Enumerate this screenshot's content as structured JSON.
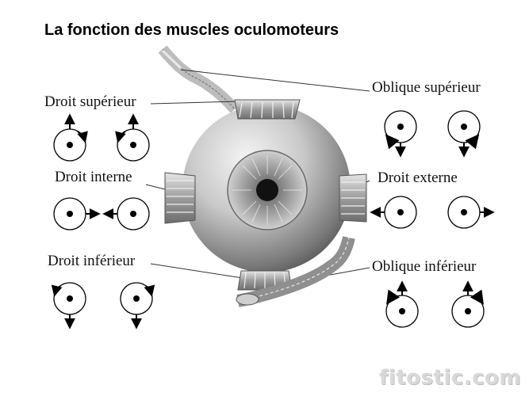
{
  "title": "La fonction des muscles oculomoteurs",
  "labels": {
    "droit_superieur": "Droit supérieur",
    "droit_interne": "Droit interne",
    "droit_inferieur": "Droit inférieur",
    "oblique_superieur": "Oblique supérieur",
    "droit_externe": "Droit externe",
    "oblique_inferieur": "Oblique inférieur"
  },
  "watermark": "fitostic.com"
}
